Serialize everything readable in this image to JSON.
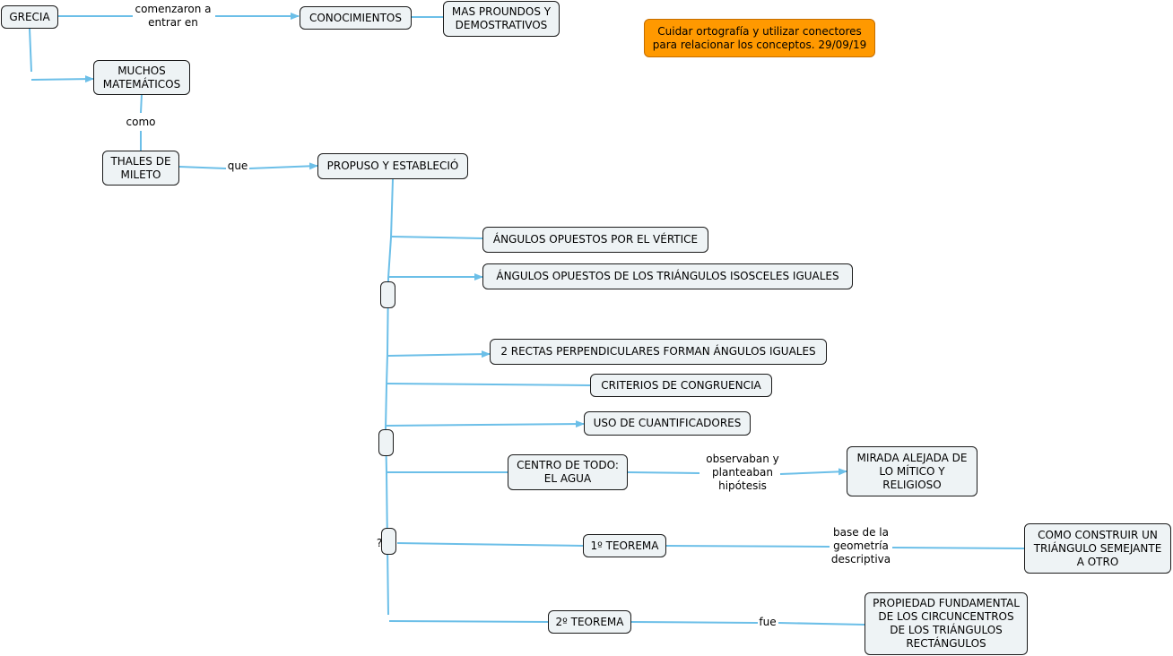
{
  "map": {
    "nodes": {
      "grecia": "GRECIA",
      "conocimientos": "CONOCIMIENTOS",
      "mas_profundos": "MAS PROUNDOS Y\nDEMOSTRATIVOS",
      "nota": "Cuidar ortografía y utilizar conectores\npara relacionar los conceptos. 29/09/19",
      "muchos_matematicos": "MUCHOS\nMATEMÁTICOS",
      "thales": "THALES DE\nMILETO",
      "propuso": "PROPUSO Y ESTABLECIÓ",
      "angulos_vertice": "ÁNGULOS OPUESTOS POR EL VÉRTICE",
      "angulos_isosceles": "ÁNGULOS OPUESTOS DE LOS TRIÁNGULOS ISOSCELES IGUALES",
      "rectas_perpendiculares": "2 RECTAS PERPENDICULARES FORMAN ÁNGULOS IGUALES",
      "criterios": "CRITERIOS DE CONGRUENCIA",
      "cuantificadores": "USO DE CUANTIFICADORES",
      "centro_agua": "CENTRO DE TODO:\nEL AGUA",
      "mirada": "MIRADA ALEJADA DE\nLO MÍTICO Y\nRELIGIOSO",
      "primer_teorema": "1º TEOREMA",
      "como_construir": "COMO CONSTRUIR UN\nTRIÁNGULO SEMEJANTE\nA OTRO",
      "segundo_teorema": "2º TEOREMA",
      "propiedad": "PROPIEDAD FUNDAMENTAL\nDE LOS CIRCUNCENTROS\nDE LOS TRIÁNGULOS\nRECTÁNGULOS"
    },
    "labels": {
      "comenzaron": "comenzaron a\nentrar en",
      "como": "como",
      "que": "que",
      "observaban": "observaban y\nplanteaban\nhipótesis",
      "base": "base de la\ngeometría\ndescriptiva",
      "fue": "fue",
      "question_mark": "?"
    },
    "colors": {
      "link": "#6cbfe8",
      "node_fill": "#eef3f5",
      "note_fill": "#ff9900"
    }
  }
}
